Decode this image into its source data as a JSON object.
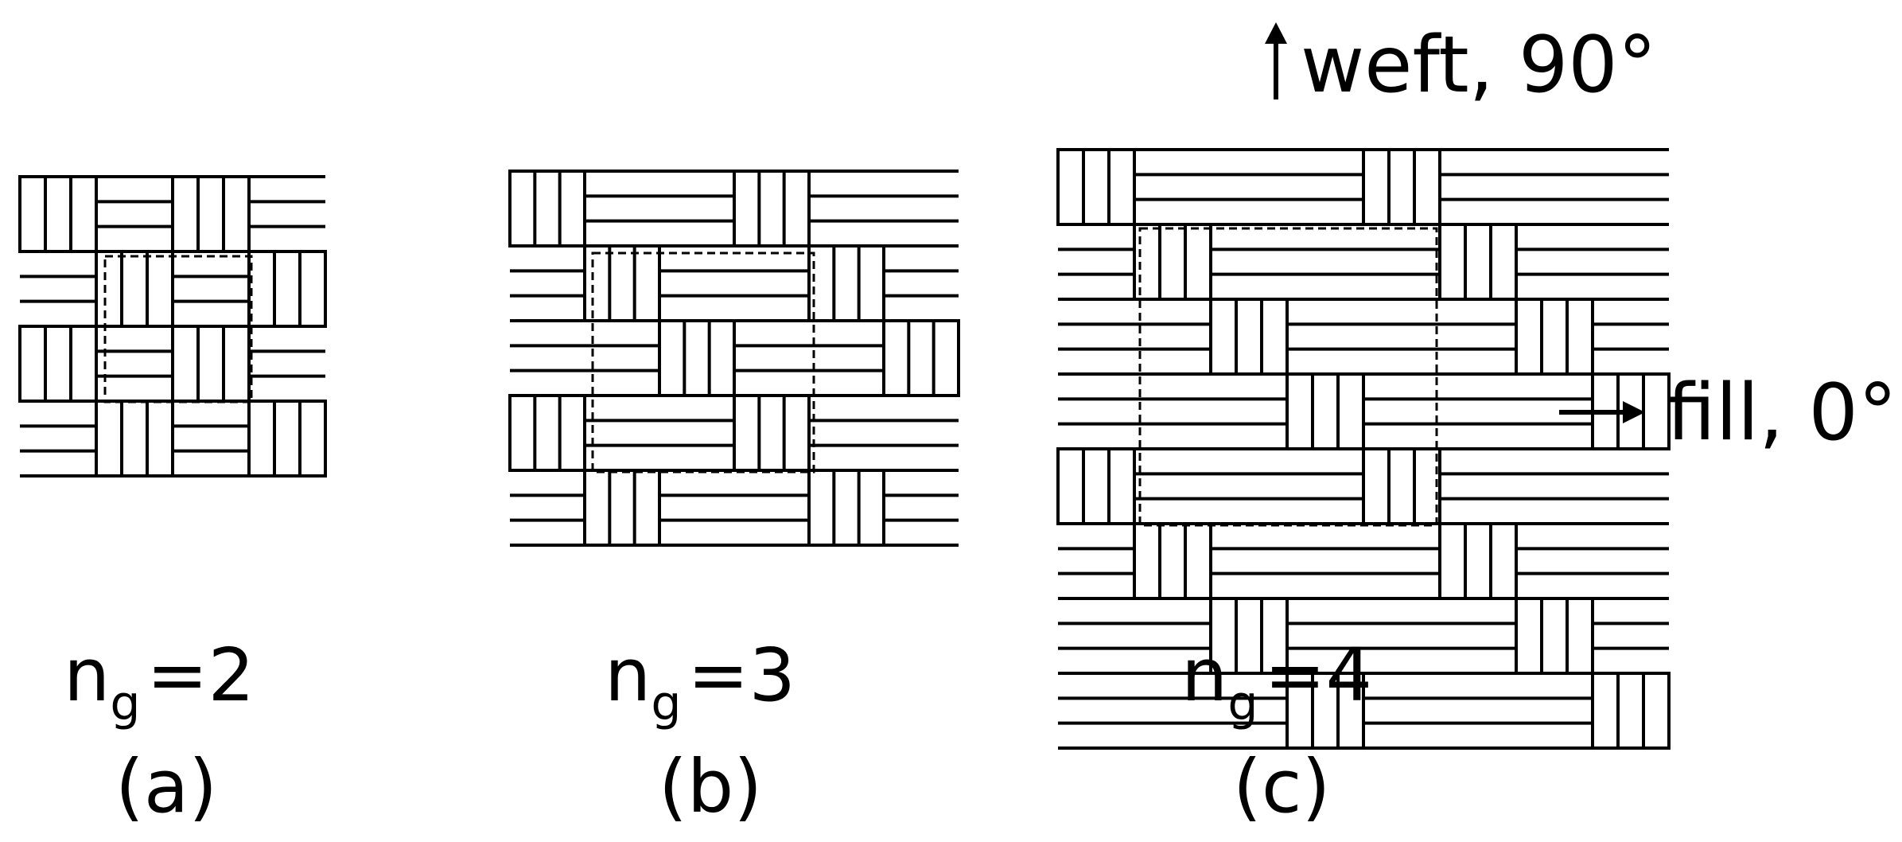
{
  "panels": [
    {
      "n_symbol": "n",
      "n_subscript": "g",
      "equals": "=2",
      "caption": "(a)",
      "n": 2
    },
    {
      "n_symbol": "n",
      "n_subscript": "g",
      "equals": "=3",
      "caption": "(b)",
      "n": 3
    },
    {
      "n_symbol": "n",
      "n_subscript": "g",
      "equals": "=4",
      "caption": "(c)",
      "n": 4
    }
  ],
  "axes": {
    "weft": "weft, 90°",
    "fill": "fill, 0°"
  },
  "colors": {
    "ink": "#000000",
    "paper": "#ffffff"
  }
}
